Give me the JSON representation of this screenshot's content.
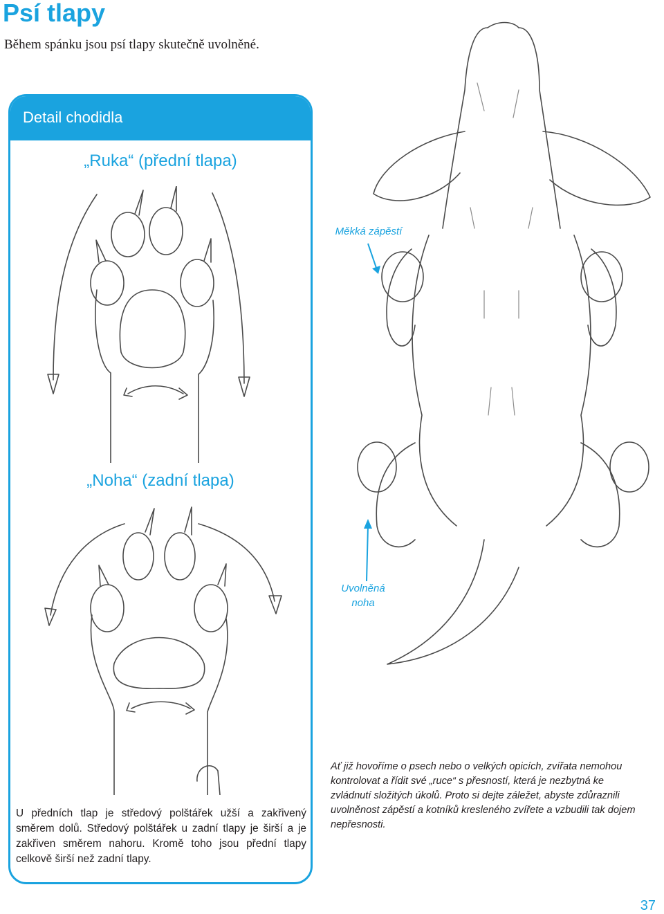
{
  "page": {
    "title": "Psí tlapy",
    "subtitle": "Během spánku jsou psí tlapy skutečně uvolněné.",
    "page_number": "37"
  },
  "panel": {
    "header": "Detail chodidla",
    "front_title": "„Ruka“ (přední tlapa)",
    "hind_title": "„Noha“ (zadní tlapa)",
    "text": "U předních tlap je středový polštářek užší a zakřivený směrem dolů. Středový polštářek u zadní tlapy je širší a je zakřiven směrem nahoru. Kromě toho jsou přední tlapy celkově širší než zadní tlapy."
  },
  "illustration": {
    "label_wrist": "Měkká zápěstí",
    "label_foot_line1": "Uvolněná",
    "label_foot_line2": "noha",
    "accent_color": "#1aa3df"
  },
  "body_text": "Ať již hovoříme o psech nebo o velkých opicích, zvířata nemohou kontrolovat a řídit své „ruce“ s přesností, která je nezbytná ke zvládnutí složitých úkolů. Proto si dejte záležet, abyste zdůraznili uvolněnost zápěstí a kotníků kresleného zvířete a vzbudili tak dojem nepřesnosti."
}
